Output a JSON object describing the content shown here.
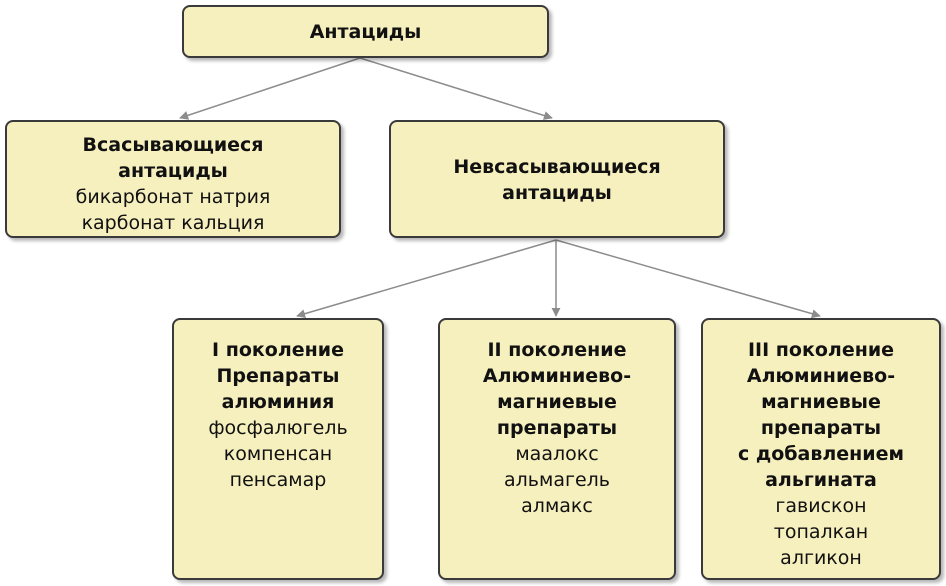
{
  "root": {
    "title": "Антациды"
  },
  "absorbable": {
    "title_lines": [
      "Всасывающиеся",
      "антациды"
    ],
    "items": [
      "бикарбонат натрия",
      "карбонат кальция"
    ]
  },
  "non_absorbable": {
    "title_lines": [
      "Невсасывающиеся",
      "антациды"
    ]
  },
  "generation_1": {
    "title_lines": [
      "I поколение",
      "Препараты",
      "алюминия"
    ],
    "items": [
      "фосфалюгель",
      "компенсан",
      "пенсамар"
    ]
  },
  "generation_2": {
    "title_lines": [
      "II поколение",
      "Алюминиево-",
      "магниевые",
      "препараты"
    ],
    "items": [
      "маалокс",
      "альмагель",
      "алмакс"
    ]
  },
  "generation_3": {
    "title_lines": [
      "III поколение",
      "Алюминиево-",
      "магниевые",
      "препараты",
      "с добавлением",
      "альгината"
    ],
    "items": [
      "гавискон",
      "топалкан",
      "алгикон"
    ]
  },
  "colors": {
    "box_fill": "#f6efbe",
    "box_border": "#3a3a3a",
    "connector": "#8c8c8c"
  }
}
